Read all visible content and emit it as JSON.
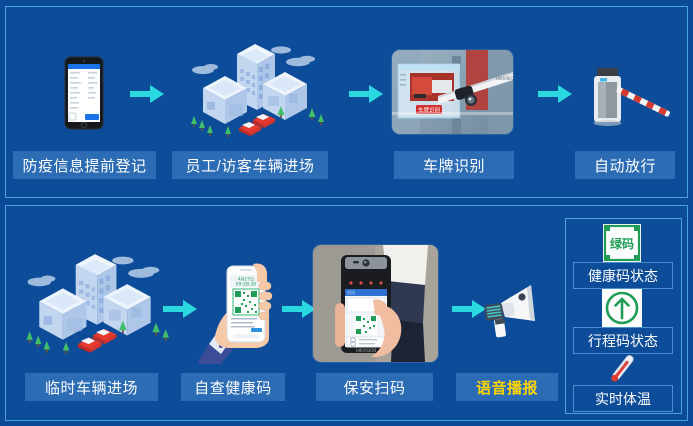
{
  "background_color": "#0b4a97",
  "panel_border_color": "#4aa3d8",
  "label_bg_color": "#2b6cb5",
  "arrow_color": "#2ad8e0",
  "accent_text_color": "#ffd400",
  "flow_top": {
    "steps": [
      {
        "label": "防疫信息提前登记",
        "icon": "mobile-phone-registration-icon"
      },
      {
        "label": "员工/访客车辆进场",
        "icon": "isometric-buildings-cars-icon"
      },
      {
        "label": "车牌识别",
        "icon": "license-plate-camera-photo"
      },
      {
        "label": "自动放行",
        "icon": "barrier-gate-icon"
      }
    ]
  },
  "flow_bottom": {
    "steps": [
      {
        "label": "临时车辆进场",
        "icon": "isometric-buildings-cars-icon"
      },
      {
        "label": "自查健康码",
        "icon": "hand-phone-health-code-icon"
      },
      {
        "label": "保安扫码",
        "icon": "guard-scanning-terminal-photo"
      },
      {
        "label": "语音播报",
        "icon": "megaphone-icon"
      }
    ]
  },
  "status_panel": {
    "items": [
      {
        "label": "健康码状态",
        "icon": "green-health-code-icon",
        "icon_text": "绿码"
      },
      {
        "label": "行程码状态",
        "icon": "travel-code-arrow-icon",
        "icon_text": ""
      },
      {
        "label": "实时体温",
        "icon": "thermometer-icon",
        "icon_text": ""
      }
    ]
  },
  "license_plate_photo": {
    "badge_text": "车牌识别"
  }
}
